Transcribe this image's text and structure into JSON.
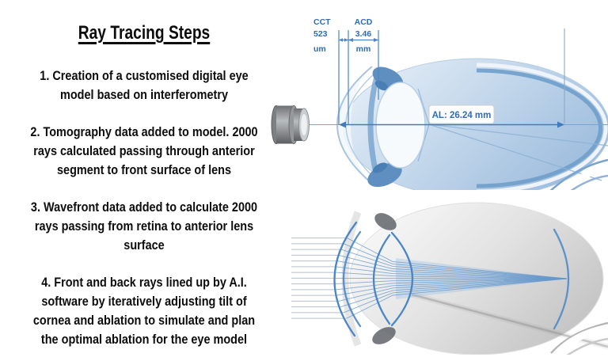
{
  "title": "Ray Tracing Steps",
  "steps": [
    "1. Creation of a customised digital eye\nmodel based on interferometry",
    "2. Tomography data added to model. 2000\nrays calculated passing through anterior\nsegment to front surface of lens",
    "3. Wavefront data added to calculate 2000\nrays passing from retina to anterior lens\nsurface",
    "4. Front and back rays lined up by A.I.\nsoftware by iteratively adjusting tilt of\ncornea and ablation to simulate and plan\nthe optimal ablation for the eye model"
  ],
  "measurements": {
    "cct": {
      "label": "CCT",
      "value": "523",
      "unit": "um"
    },
    "acd": {
      "label": "ACD",
      "value": "3.46",
      "unit": "mm"
    },
    "al": {
      "label": "AL: 26.24 mm"
    }
  },
  "colors": {
    "label_blue": "#2e6db4",
    "dimension_blue": "#4a86c8",
    "eye_fill_blue": "#a6c3e1",
    "ray_blue": "#6699cc",
    "device_gray": "#8b8e91"
  }
}
